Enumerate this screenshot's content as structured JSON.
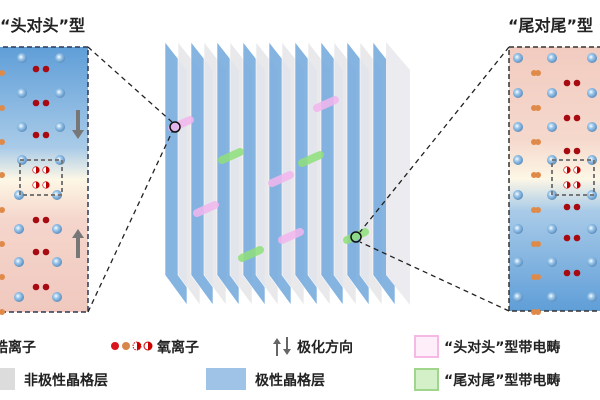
{
  "titles": {
    "left": "“头对头”型",
    "right": "“尾对尾”型"
  },
  "legend": {
    "row1": [
      {
        "label": "锆离子",
        "icon": "zirconium-ion-icon"
      },
      {
        "label": "氧离子",
        "icon": "oxygen-ion-icons"
      },
      {
        "label": "极化方向",
        "icon": "polarization-arrows-icon"
      },
      {
        "label": "“头对头”型带电畴",
        "swatch": "#fdeefa",
        "border": "#f6b9e6"
      }
    ],
    "row2": [
      {
        "label": "非极性晶格层",
        "swatch": "#dcdcdc"
      },
      {
        "label": "极性晶格层",
        "swatch": "#9fc3e6"
      },
      {
        "label": "“尾对尾”型带电畴",
        "swatch": "#d3f0c9",
        "border": "#9fd68c"
      }
    ]
  },
  "colors": {
    "polar": "#7fb0e0",
    "nonpolar": "#e8e8ec",
    "oxygen": "#a80a12",
    "zr": "#e08a4a",
    "hf": "#8fc0e8",
    "hh_wall": "#f3b6ee",
    "tt_wall": "#8fe07a"
  }
}
